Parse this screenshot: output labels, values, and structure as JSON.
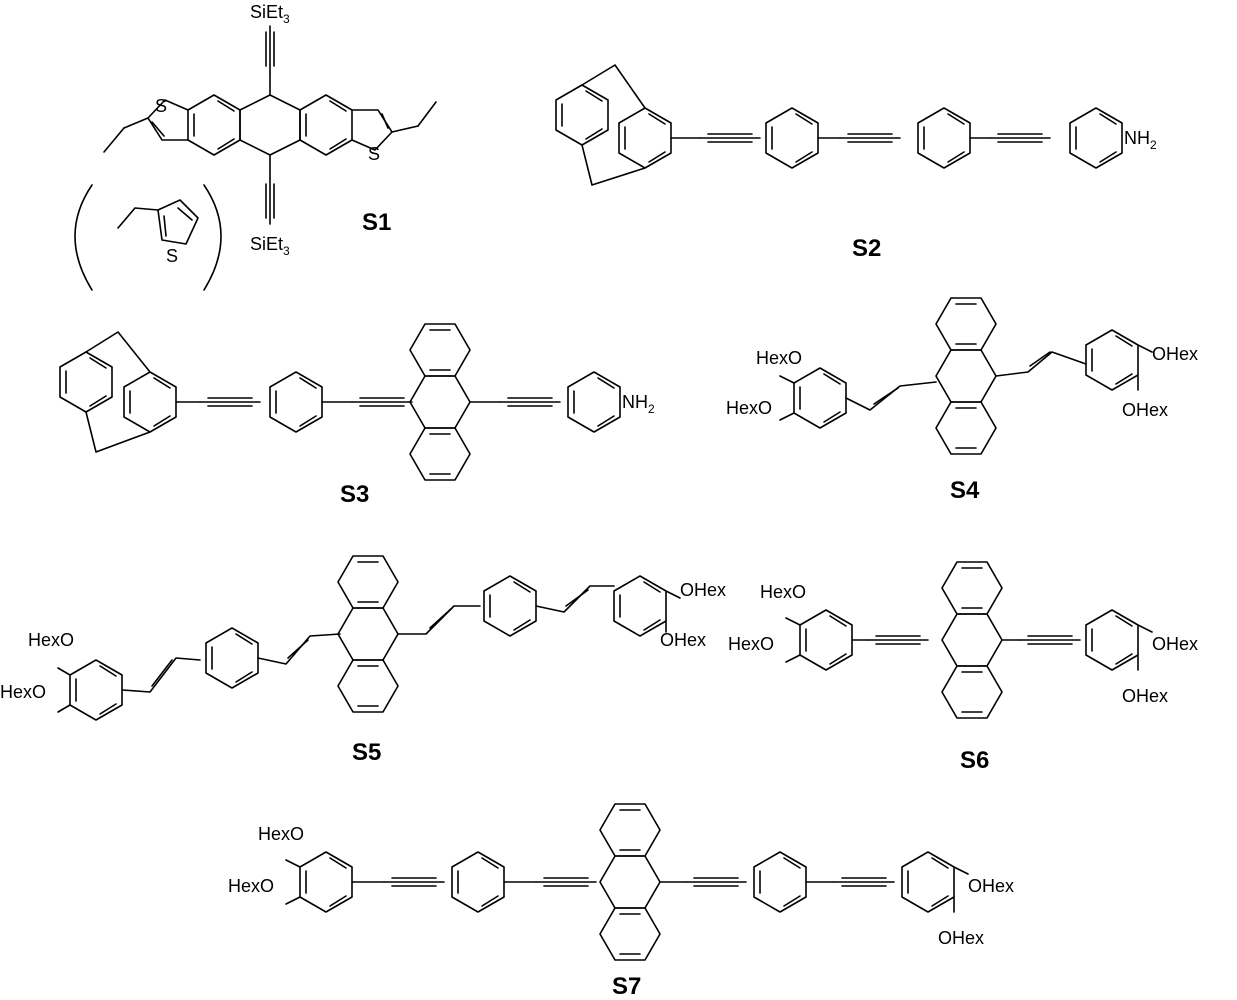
{
  "compounds": [
    {
      "id": "S1",
      "label": "S1"
    },
    {
      "id": "S2",
      "label": "S2"
    },
    {
      "id": "S3",
      "label": "S3"
    },
    {
      "id": "S4",
      "label": "S4"
    },
    {
      "id": "S5",
      "label": "S5"
    },
    {
      "id": "S6",
      "label": "S6"
    },
    {
      "id": "S7",
      "label": "S7"
    }
  ],
  "atoms": {
    "silyl": "SiEt",
    "silyl_sub": "3",
    "sulfur": "S",
    "amine": "NH",
    "amine_sub": "2",
    "hexo_left": "HexO",
    "hexo_right": "OHex"
  }
}
